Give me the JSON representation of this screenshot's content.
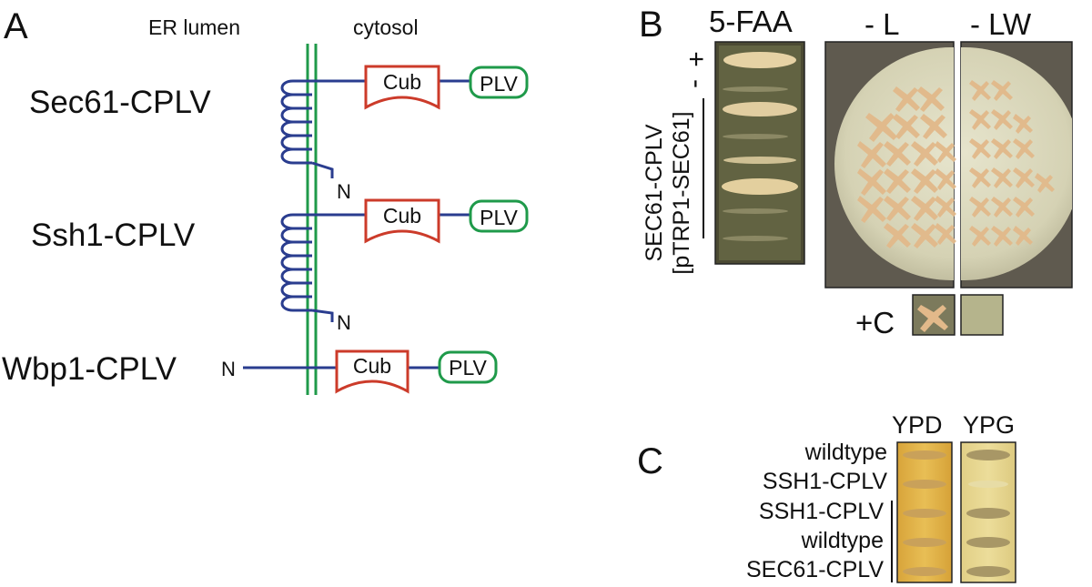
{
  "panel_a": {
    "letter": "A",
    "region_lumen": "ER lumen",
    "region_cytosol": "cytosol",
    "constructs": [
      {
        "name": "Sec61-CPLV",
        "cub": "Cub",
        "plv": "PLV",
        "n": "N"
      },
      {
        "name": "Ssh1-CPLV",
        "cub": "Cub",
        "plv": "PLV",
        "n": "N"
      },
      {
        "name": "Wbp1-CPLV",
        "cub": "Cub",
        "plv": "PLV",
        "n": "N"
      }
    ]
  },
  "panel_b": {
    "letter": "B",
    "col_5faa": "5-FAA",
    "col_minus_l": "- L",
    "col_minus_lw": "- LW",
    "plus": "+",
    "minus": "-",
    "strain_line1": "SEC61-CPLV",
    "strain_line2": "[pTRP1-SEC61]",
    "control_label": "+C"
  },
  "panel_c": {
    "letter": "C",
    "col_ypd": "YPD",
    "col_ypg": "YPG",
    "rows": [
      "wildtype",
      "SSH1-CPLV",
      "SSH1-CPLV",
      "wildtype",
      "SEC61-CPLV"
    ]
  },
  "colors": {
    "helix_blue": "#2a3d8f",
    "membrane_green": "#1f9a4a",
    "cub_red": "#cc3b2a",
    "plv_green": "#1f9a4a",
    "plate_agar": "#d9d6b9",
    "ypd_yellow": "#e2b64a"
  }
}
